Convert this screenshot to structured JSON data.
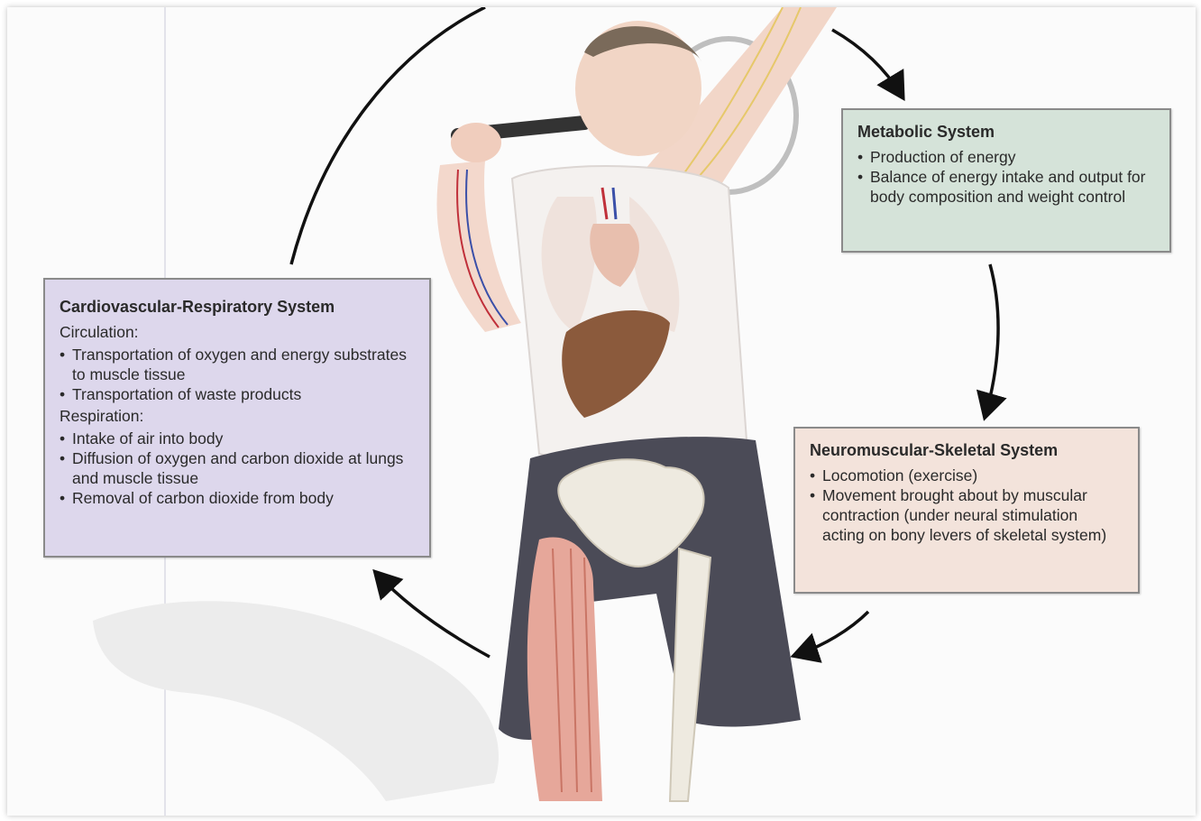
{
  "boxes": {
    "metabolic": {
      "title": "Metabolic System",
      "bullets": [
        "Production of energy",
        "Balance of energy intake and output for body composition and weight control"
      ]
    },
    "neuromuscular": {
      "title": "Neuromuscular-Skeletal System",
      "bullets": [
        "Locomotion (exercise)",
        "Movement brought about by muscular contraction (under neural stimulation acting on bony levers of skeletal system)"
      ]
    },
    "cardio": {
      "title": "Cardiovascular-Respiratory System",
      "circulation_label": "Circulation:",
      "circulation_bullets": [
        "Transportation of oxygen and energy substrates to muscle tissue",
        "Transportation of waste products"
      ],
      "respiration_label": "Respiration:",
      "respiration_bullets": [
        "Intake of air into body",
        "Diffusion of oxygen and carbon dioxide at lungs and muscle tissue",
        "Removal of carbon dioxide from body"
      ]
    }
  },
  "colors": {
    "metabolic_bg": "#d5e3d9",
    "neuro_bg": "#f3e3db",
    "cardio_bg": "#ddd7ec",
    "arrow": "#111111"
  }
}
